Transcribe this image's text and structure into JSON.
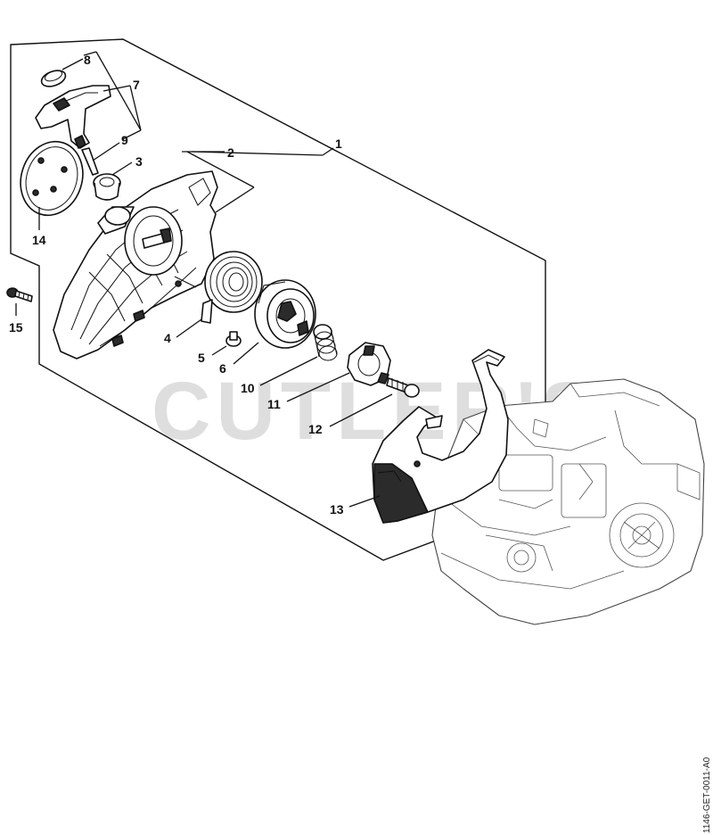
{
  "diagram": {
    "watermark": "CUTLER'S",
    "drawing_code": "1146-GET-0011-A0",
    "callouts": [
      {
        "id": "1",
        "label": "1"
      },
      {
        "id": "2",
        "label": "2"
      },
      {
        "id": "3",
        "label": "3"
      },
      {
        "id": "4",
        "label": "4"
      },
      {
        "id": "5",
        "label": "5"
      },
      {
        "id": "6",
        "label": "6"
      },
      {
        "id": "7",
        "label": "7"
      },
      {
        "id": "8",
        "label": "8"
      },
      {
        "id": "9",
        "label": "9"
      },
      {
        "id": "10",
        "label": "10"
      },
      {
        "id": "11",
        "label": "11"
      },
      {
        "id": "12",
        "label": "12"
      },
      {
        "id": "13",
        "label": "13"
      },
      {
        "id": "14",
        "label": "14"
      },
      {
        "id": "15",
        "label": "15"
      }
    ]
  }
}
